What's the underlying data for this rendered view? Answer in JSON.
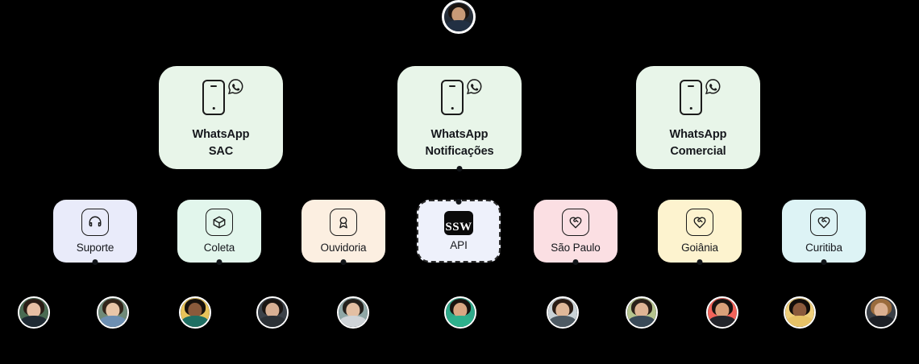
{
  "background_color": "#000000",
  "root_avatar": {
    "name": "root-user-avatar",
    "alt": "Foto de perfil do usuário principal"
  },
  "channels": [
    {
      "id": "whatsapp-sac",
      "line1": "WhatsApp",
      "line2": "SAC",
      "icon": "phone-whatsapp-icon",
      "bg": "#e8f5e9",
      "has_bottom_handle": false
    },
    {
      "id": "whatsapp-notificacoes",
      "line1": "WhatsApp",
      "line2": "Notificações",
      "icon": "phone-whatsapp-icon",
      "bg": "#e8f5e9",
      "has_bottom_handle": true
    },
    {
      "id": "whatsapp-comercial",
      "line1": "WhatsApp",
      "line2": "Comercial",
      "icon": "phone-whatsapp-icon",
      "bg": "#e8f5e9",
      "has_bottom_handle": false
    }
  ],
  "teams": [
    {
      "id": "suporte",
      "label": "Suporte",
      "icon": "headphones-icon",
      "bg": "#e9ebfa",
      "dashed": false
    },
    {
      "id": "coleta",
      "label": "Coleta",
      "icon": "box-icon",
      "bg": "#e2f6ec",
      "dashed": false
    },
    {
      "id": "ouvidoria",
      "label": "Ouvidoria",
      "icon": "award-icon",
      "bg": "#fcefe1",
      "dashed": false
    },
    {
      "id": "api",
      "label": "API",
      "icon": "ssw-logo",
      "bg": "#eef1fb",
      "dashed": true,
      "logo_text": "SSW"
    },
    {
      "id": "sao-paulo",
      "label": "São Paulo",
      "icon": "heart-handshake-icon",
      "bg": "#fbdfe3",
      "dashed": false
    },
    {
      "id": "goiania",
      "label": "Goiânia",
      "icon": "heart-handshake-icon",
      "bg": "#fdf3cf",
      "dashed": false
    },
    {
      "id": "curitiba",
      "label": "Curitiba",
      "icon": "heart-handshake-icon",
      "bg": "#ddf3f5",
      "dashed": false
    }
  ],
  "agents": [
    {
      "id": "agent-1",
      "tone": "#4a6b52",
      "skin": "#e7bfa4",
      "hair": "#2b1d16",
      "shirt": "#1f2a33"
    },
    {
      "id": "agent-2",
      "tone": "#6f8a78",
      "skin": "#e9c6a8",
      "hair": "#33251a",
      "shirt": "#6d8fb2"
    },
    {
      "id": "agent-3",
      "tone": "#e8c35a",
      "skin": "#8a5a3b",
      "hair": "#17110c",
      "shirt": "#1f6f63"
    },
    {
      "id": "agent-4",
      "tone": "#3b4148",
      "skin": "#d8b094",
      "hair": "#1a1512",
      "shirt": "#2c3136"
    },
    {
      "id": "agent-5",
      "tone": "#8fa7a6",
      "skin": "#e3bfa3",
      "hair": "#24201c",
      "shirt": "#cfd4d8"
    },
    {
      "id": "agent-6",
      "tone": "#2fa98a",
      "skin": "#d9a783",
      "hair": "#191310",
      "shirt": "#2eb08c"
    },
    {
      "id": "agent-7",
      "tone": "#c9d2d6",
      "skin": "#e0b899",
      "hair": "#2a1c14",
      "shirt": "#4e5a63"
    },
    {
      "id": "agent-8",
      "tone": "#b5c48e",
      "skin": "#dfb595",
      "hair": "#2b2119",
      "shirt": "#3a4a58"
    },
    {
      "id": "agent-9",
      "tone": "#f2635a",
      "skin": "#d9a07a",
      "hair": "#181210",
      "shirt": "#22242a"
    },
    {
      "id": "agent-10",
      "tone": "#f0cf7a",
      "skin": "#8b5a3c",
      "hair": "#120d0a",
      "shirt": "#e7c267"
    },
    {
      "id": "agent-11",
      "tone": "#3a3f46",
      "skin": "#dbb091",
      "hair": "#9a6b3c",
      "shirt": "#1d2026"
    }
  ]
}
